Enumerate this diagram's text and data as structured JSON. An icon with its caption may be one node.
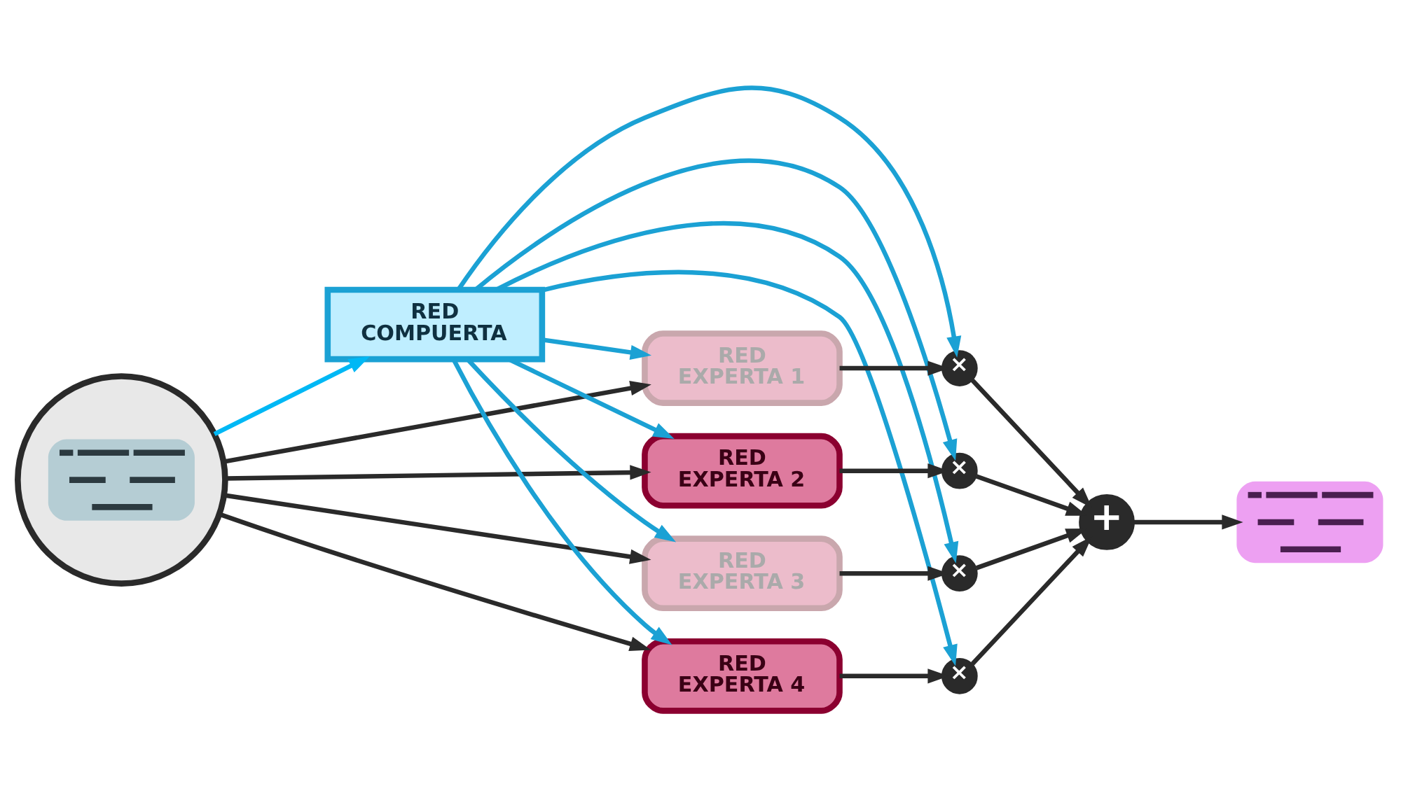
{
  "diagram": {
    "nodes": [
      {
        "text": [],
        "shape": "circle"
      },
      {
        "text": [
          "RED COMPUERTA"
        ]
      },
      {
        "text": [
          "RED EXPERTA 1"
        ]
      },
      {
        "text": [
          "RED EXPERTA 2"
        ]
      },
      {
        "text": [
          "RED EXPERTA 3"
        ]
      },
      {
        "text": [
          "RED EXPERTA 4"
        ]
      },
      {
        "text": [
          "×"
        ]
      },
      {
        "text": [
          "×"
        ]
      },
      {
        "text": [
          "×"
        ]
      },
      {
        "text": [
          "×"
        ]
      },
      {
        "text": [
          "+"
        ]
      },
      {
        "text": [],
        "shape": "picture"
      }
    ],
    "edges": [
      {
        "from": 0,
        "to": 1,
        "arrow": "to",
        "color": "#00b8f5"
      },
      {
        "from": 1,
        "to": 6,
        "arrow": "to",
        "color": "#1ba1d4"
      },
      {
        "from": 1,
        "to": 7,
        "arrow": "to",
        "color": "#1ba1d4"
      },
      {
        "from": 1,
        "to": 8,
        "arrow": "to",
        "color": "#1ba1d4"
      },
      {
        "from": 1,
        "to": 9,
        "arrow": "to",
        "color": "#1ba1d4"
      },
      {
        "from": 1,
        "to": 2,
        "arrow": "to",
        "color": "#1ba1d4"
      },
      {
        "from": 1,
        "to": 3,
        "arrow": "to",
        "color": "#1ba1d4"
      },
      {
        "from": 1,
        "to": 4,
        "arrow": "to",
        "color": "#1ba1d4"
      },
      {
        "from": 1,
        "to": 5,
        "arrow": "to",
        "color": "#1ba1d4"
      },
      {
        "from": 0,
        "to": 2,
        "arrow": "to"
      },
      {
        "from": 0,
        "to": 3,
        "arrow": "to"
      },
      {
        "from": 0,
        "to": 4,
        "arrow": "to"
      },
      {
        "from": 0,
        "to": 5,
        "arrow": "to"
      },
      {
        "from": 2,
        "to": 6,
        "arrow": "to"
      },
      {
        "from": 3,
        "to": 7,
        "arrow": "to"
      },
      {
        "from": 4,
        "to": 8,
        "arrow": "to"
      },
      {
        "from": 5,
        "to": 9,
        "arrow": "to"
      },
      {
        "from": 6,
        "to": 10,
        "arrow": "to"
      },
      {
        "from": 7,
        "to": 10,
        "arrow": "to"
      },
      {
        "from": 8,
        "to": 10,
        "arrow": "to"
      },
      {
        "from": 9,
        "to": 10,
        "arrow": "to"
      },
      {
        "from": 10,
        "to": 11,
        "arrow": "to"
      }
    ]
  }
}
